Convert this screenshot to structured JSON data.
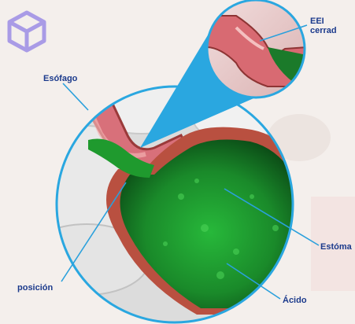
{
  "labels": {
    "esofago": "Esófago",
    "eei": "EEI \ncerrad",
    "estomago": "Estóma",
    "posicion": "posición",
    "acido": "Ácido"
  },
  "colors": {
    "background": "#f4efec",
    "label_text": "#1b3a8c",
    "pointer_line": "#2aa0dc",
    "circle_border": "#2aa7e0",
    "acid_green": "#1a9a2a",
    "stomach_wall": "#b95040",
    "logo_purple": "#a99be6"
  },
  "icons": {
    "logo": "unity-cube-logo"
  }
}
